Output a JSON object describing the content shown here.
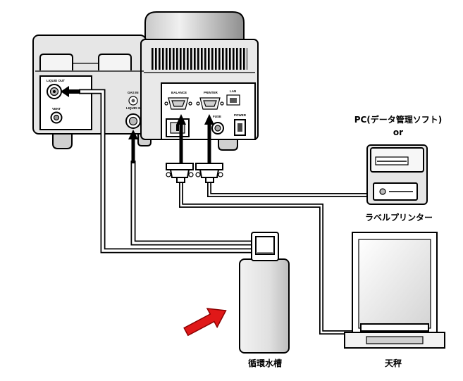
{
  "labels": {
    "pc": "PC(データ管理ソフト)",
    "or": "or",
    "label_printer": "ラベルプリンター",
    "water_bath": "循環水槽",
    "balance": "天秤"
  },
  "panel_labels": {
    "liquid_out": "LIQUID OUT",
    "vent": "VENT",
    "gas_in": "GAS IN",
    "liquid_in": "LIQUID IN",
    "balance": "BALANCE",
    "printer": "PRINTER",
    "lan": "LAN",
    "fuse": "FUSE",
    "power": "POWER"
  },
  "colors": {
    "outline": "#000000",
    "body": "#e6e6e6",
    "hood_light": "#e8e8e8",
    "hood_dark": "#8e8e8e",
    "arrow_highlight": "#e01818",
    "arrow_highlight_edge": "#8a0000"
  }
}
